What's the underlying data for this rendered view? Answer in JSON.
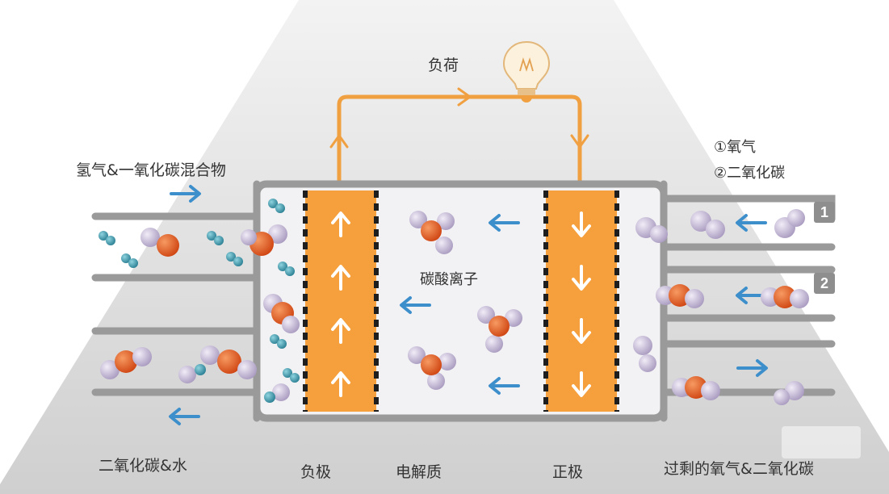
{
  "labels": {
    "load": "负荷",
    "fuel_input": "氢气&一氧化碳混合物",
    "cathode_input_1": "①氧气",
    "cathode_input_2": "②二氧化碳",
    "carbonate_ion": "碳酸离子",
    "anode_exhaust": "二氧化碳&水",
    "anode": "负极",
    "electrolyte": "电解质",
    "cathode": "正极",
    "cathode_exhaust": "过剩的氧气&二氧化碳"
  },
  "port_numbers": {
    "port_1": "1",
    "port_2": "2"
  },
  "colors": {
    "electrode_orange": "#f5a03c",
    "circuit_orange": "#f0a040",
    "channel_gray": "#9a9a9a",
    "electrolyte_fill": "#f2f2f4",
    "arrow_blue": "#3d8fcc",
    "oxygen_atom": "#e2561f",
    "molecule_lilac": "#c9bfd8",
    "hydrogen_teal": "#3aa4b8",
    "background_gray": "#d9d9d9"
  },
  "icons": {
    "load": "lightbulb-icon"
  }
}
